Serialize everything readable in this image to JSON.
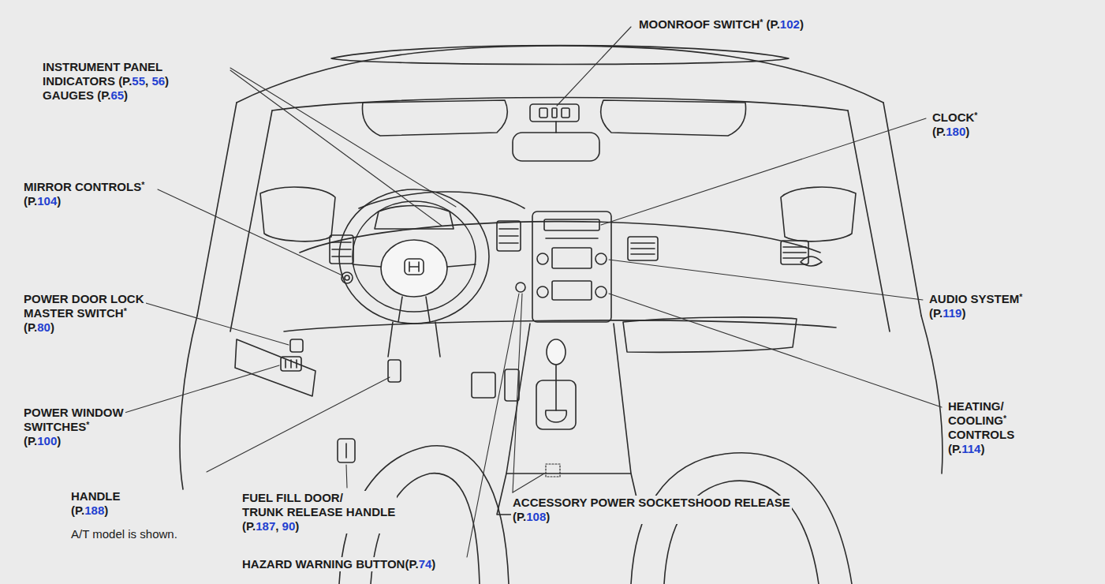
{
  "diagram": {
    "labels": [
      "INSTRUMENT PANEL INDICATORS (P.55, 56)",
      "GAUGES (P.65)",
      "MOONROOF SWITCH* (P.102)",
      "CLOCK* (P.180)",
      "MIRROR CONTROLS* (P.104)",
      "POWER DOOR LOCK MASTER SWITCH* (P.80)",
      "AUDIO SYSTEM* (P.119)",
      "POWER WINDOW SWITCHES* (P.100)",
      "HEATING/ COOLING* CONTROLS (P.114)",
      "HANDLE (P.188)",
      "FUEL FILL DOOR/ TRUNK RELEASE HANDLE (P.187, 90)",
      "ACCESSORY POWER SOCKETSHOOD RELEASE (P.108)",
      "HAZARD WARNING BUTTON(P.74)",
      "A/T model is shown."
    ]
  }
}
